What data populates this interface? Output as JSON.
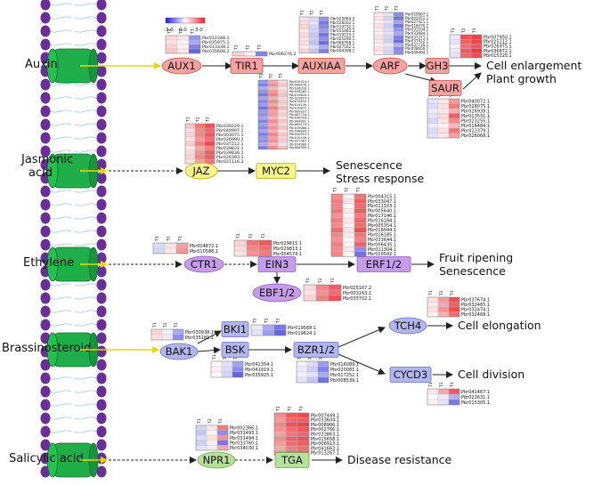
{
  "hormones": [
    {
      "id": "auxin",
      "label": "Auxin"
    },
    {
      "id": "ja",
      "label": "Jasmonic\nacid"
    },
    {
      "id": "ethylene",
      "label": "Ethylene"
    },
    {
      "id": "br",
      "label": "Brassinosteroid"
    },
    {
      "id": "sa",
      "label": "Salicylic acid"
    }
  ],
  "nodes": {
    "AUX1": "AUX1",
    "TIR1": "TIR1",
    "AUXIAA": "AUXIAA",
    "ARF": "ARF",
    "GH3": "GH3",
    "SAUR": "SAUR",
    "JAZ": "JAZ",
    "MYC2": "MYC2",
    "CTR1": "CTR1",
    "EIN3": "EIN3",
    "ERF12": "ERF1/2",
    "EBF12": "EBF1/2",
    "BAK1": "BAK1",
    "BKI1": "BKI1",
    "BSK": "BSK",
    "BZR12": "BZR1/2",
    "TCH4": "TCH4",
    "CYCD3": "CYCD3",
    "NPR1": "NPR1",
    "TGA": "TGA"
  },
  "outcomes": {
    "auxin": [
      "Cell enlargement",
      "Plant growth"
    ],
    "ja": [
      "Senescence",
      "Stress response"
    ],
    "ethylene": [
      "Fruit ripening",
      "Senescence"
    ],
    "elongation": [
      "Cell elongation"
    ],
    "division": [
      "Cell division"
    ],
    "sa": [
      "Disease resistance"
    ]
  },
  "legend": {
    "min": "-3.0",
    "mid": "0.0",
    "max": "3.0"
  },
  "colors": {
    "high": "#e8262a",
    "low": "#2b2bd8",
    "mid": "#ffffff",
    "membrane": "#1fae4a",
    "lipid": "#6a2d9a"
  },
  "heatmaps": [
    {
      "id": "aux1",
      "columns": [
        "T1",
        "T2",
        "T3"
      ],
      "genes": [
        "Pbr012348.1",
        "Pbr035975.1",
        "Pbr013338.1",
        "Pbr035608.2"
      ],
      "values": [
        [
          0.5,
          0.3,
          -1.5
        ],
        [
          0.4,
          0.2,
          -1.2
        ],
        [
          0.6,
          0.2,
          -1.8
        ],
        [
          0.8,
          0.3,
          -2.2
        ]
      ]
    },
    {
      "id": "tir1",
      "columns": [
        "T1",
        "T2",
        "T3"
      ],
      "genes": [
        "Pbr006276.2"
      ],
      "values": [
        [
          0.6,
          0.2,
          -1.8
        ]
      ]
    },
    {
      "id": "auxiaa",
      "columns": [
        "T1",
        "T2",
        "T3"
      ],
      "genes": [
        "Pbr025064.2",
        "Pbr028162.1",
        "Pbr014732.1",
        "Pbr015483.2",
        "Pbr019155.1",
        "Pbr025290.1",
        "Pbr006768.1",
        "Pbr027562.1",
        "Pbr004398.1"
      ],
      "values": [
        [
          0.4,
          -0.5,
          -1.5
        ],
        [
          0.5,
          -0.4,
          -1.9
        ],
        [
          0.6,
          -0.6,
          -1.7
        ],
        [
          0.3,
          -0.6,
          -1.4
        ],
        [
          0.5,
          -0.8,
          -2.0
        ],
        [
          0.4,
          -0.7,
          -1.6
        ],
        [
          0.5,
          -0.9,
          -2.1
        ],
        [
          0.3,
          -0.5,
          -1.2
        ],
        [
          0.6,
          -0.8,
          -1.8
        ]
      ]
    },
    {
      "id": "arf",
      "columns": [
        "T1",
        "T2",
        "T3"
      ],
      "genes": [
        "Pbr025667.1",
        "Pbr041051.1",
        "Pbr027421.1",
        "Pbr016070.1",
        "Pbr031104.1",
        "Pbr033684.1",
        "Pbr037271.1",
        "Pbr037412.1",
        "Pbr037735.1",
        "Pbr008650.1",
        "Pbr009404.1"
      ],
      "values": [
        [
          0.3,
          -0.4,
          -1.6
        ],
        [
          0.4,
          -0.6,
          -2.0
        ],
        [
          0.2,
          -0.4,
          -1.3
        ],
        [
          0.4,
          -0.7,
          -1.9
        ],
        [
          0.3,
          -0.5,
          -1.5
        ],
        [
          0.2,
          -0.4,
          -1.2
        ],
        [
          0.4,
          -0.6,
          -1.8
        ],
        [
          0.3,
          -0.7,
          -2.1
        ],
        [
          0.2,
          -0.3,
          -1.1
        ],
        [
          0.4,
          -0.5,
          -1.7
        ],
        [
          0.3,
          -0.6,
          -1.6
        ]
      ]
    },
    {
      "id": "gh3",
      "columns": [
        "T1",
        "T2",
        "T3"
      ],
      "genes": [
        "Pbr007950.1",
        "Pbr025212.1",
        "Pbr026975.1",
        "Pbr036872.1",
        "Pbr015325.1"
      ],
      "values": [
        [
          -0.3,
          2.4,
          2.6
        ],
        [
          -0.4,
          2.2,
          2.5
        ],
        [
          -0.2,
          2.0,
          2.3
        ],
        [
          -0.3,
          2.3,
          2.7
        ],
        [
          -0.4,
          2.1,
          2.4
        ]
      ]
    },
    {
      "id": "saur",
      "columns": [
        "T1",
        "T2",
        "T3"
      ],
      "genes": [
        "Pbr040072.1",
        "Pbr028075.1",
        "Pbr026939.1",
        "Pbr013531.1",
        "Pbr023255.1",
        "Pbr018484.1",
        "Pbr022379.1",
        "Pbr026068.1"
      ],
      "values": [
        [
          -0.4,
          0.3,
          1.4
        ],
        [
          -0.5,
          0.4,
          1.8
        ],
        [
          -0.3,
          0.3,
          1.1
        ],
        [
          -0.4,
          0.5,
          2.2
        ],
        [
          -0.6,
          0.4,
          1.6
        ],
        [
          -0.3,
          0.2,
          0.9
        ],
        [
          -0.5,
          0.4,
          1.9
        ],
        [
          -0.4,
          0.3,
          1.3
        ]
      ]
    },
    {
      "id": "jaz",
      "columns": [
        "T1",
        "T2",
        "T3"
      ],
      "genes": [
        "Pbr039229.1",
        "Pbr040997.1",
        "Pbr003075.1",
        "Pbr026990.2",
        "Pbr037212.1",
        "Pbr039831.1",
        "Pbr039836.1",
        "Pbr026393.1",
        "Pbr021116.2"
      ],
      "values": [
        [
          0.8,
          1.9,
          2.4
        ],
        [
          0.5,
          1.6,
          2.1
        ],
        [
          0.6,
          1.7,
          2.3
        ],
        [
          0.4,
          1.4,
          2.0
        ],
        [
          0.7,
          1.8,
          2.5
        ],
        [
          0.3,
          1.2,
          1.8
        ],
        [
          0.5,
          1.5,
          2.2
        ],
        [
          0.6,
          1.7,
          2.2
        ],
        [
          0.4,
          1.3,
          1.9
        ]
      ]
    },
    {
      "id": "myc2",
      "columns": [
        "T1",
        "T2",
        "T3"
      ],
      "genes": [
        "Pbr019424.1",
        "Pbr008476.1",
        "Pbr036218.1",
        "Pbr038265.1",
        "Pbr019620.1",
        "Pbr029874.1",
        "Pbr014632.1",
        "Pbr014149.1",
        "Pbr010872.1",
        "Pbr009207.1",
        "Pbr007716.1",
        "Pbr036318.1",
        "Pbr004891.1",
        "Pbr009179.1",
        "Pbr019066.1",
        "Pbr048699.1",
        "Pbr040914.1",
        "Pbr019449.1",
        "Pbr027387.1",
        "Pbr034980.1",
        "Pbr006399.1"
      ],
      "values": [
        [
          -1.5,
          1.2,
          0.5
        ],
        [
          -1.8,
          1.5,
          0.8
        ],
        [
          -1.2,
          1.0,
          0.4
        ],
        [
          -1.6,
          1.4,
          0.6
        ],
        [
          -1.9,
          1.7,
          0.9
        ],
        [
          -1.3,
          1.1,
          0.5
        ],
        [
          -1.7,
          1.6,
          0.7
        ],
        [
          -1.4,
          1.2,
          0.6
        ],
        [
          -2.0,
          1.8,
          1.0
        ],
        [
          -1.5,
          1.3,
          0.5
        ],
        [
          -1.6,
          1.4,
          0.7
        ],
        [
          -1.2,
          1.0,
          0.4
        ],
        [
          -1.8,
          1.6,
          0.8
        ],
        [
          -1.4,
          1.2,
          0.5
        ],
        [
          -1.7,
          1.5,
          0.9
        ],
        [
          -1.3,
          1.1,
          0.4
        ],
        [
          -1.9,
          1.7,
          0.8
        ],
        [
          -1.5,
          1.3,
          0.6
        ],
        [
          -1.6,
          1.5,
          0.7
        ],
        [
          -1.2,
          1.0,
          0.3
        ],
        [
          -1.8,
          1.6,
          0.9
        ]
      ]
    },
    {
      "id": "ctr1",
      "columns": [
        "T1",
        "T2",
        "T3"
      ],
      "genes": [
        "Pbr004872.1",
        "Pbr010588.1"
      ],
      "values": [
        [
          -0.5,
          0.4,
          1.3
        ],
        [
          -0.6,
          0.3,
          1.5
        ]
      ]
    },
    {
      "id": "ein3",
      "columns": [
        "T1",
        "T2",
        "T3"
      ],
      "genes": [
        "Pbr029815.1",
        "Pbr029813.1",
        "Pbr004574.1"
      ],
      "values": [
        [
          0.6,
          1.9,
          2.3
        ],
        [
          0.5,
          1.7,
          2.0
        ],
        [
          0.4,
          1.5,
          1.8
        ]
      ]
    },
    {
      "id": "erf12",
      "columns": [
        "T1",
        "T2",
        "T3"
      ],
      "genes": [
        "Pbr004315.1",
        "Pbr033047.1",
        "Pbr011103.1",
        "Pbr005640.1",
        "Pbr017146.1",
        "Pbr016184.1",
        "Pbr005354.1",
        "Pbr016044.1",
        "Pbr016185.1",
        "Pbr033644.1",
        "Pbr006435.1",
        "Pbr011304.1",
        "Pbr020542.1"
      ],
      "values": [
        [
          1.6,
          0.2,
          1.9
        ],
        [
          1.8,
          0.4,
          2.2
        ],
        [
          1.7,
          0.1,
          2.0
        ],
        [
          1.9,
          0.3,
          2.3
        ],
        [
          1.5,
          0.2,
          1.8
        ],
        [
          1.8,
          0.3,
          2.1
        ],
        [
          1.6,
          0.2,
          2.0
        ],
        [
          2.0,
          0.4,
          2.4
        ],
        [
          1.7,
          0.3,
          1.9
        ],
        [
          1.5,
          0.1,
          1.7
        ],
        [
          1.8,
          0.2,
          2.2
        ],
        [
          1.6,
          0.3,
          -1.6
        ],
        [
          1.7,
          0.2,
          -2.0
        ]
      ]
    },
    {
      "id": "ebf12",
      "columns": [
        "T1",
        "T2",
        "T3"
      ],
      "genes": [
        "Pbr025167.2",
        "Pbr003163.1",
        "Pbr035702.1"
      ],
      "values": [
        [
          0.5,
          1.7,
          2.2
        ],
        [
          0.4,
          1.5,
          2.0
        ],
        [
          0.6,
          1.8,
          2.4
        ]
      ]
    },
    {
      "id": "bak1",
      "columns": [
        "T1",
        "T2",
        "T3"
      ],
      "genes": [
        "Pbr030938.1",
        "Pbr035181.1"
      ],
      "values": [
        [
          0.6,
          -0.2,
          -1.2
        ],
        [
          0.4,
          -0.3,
          -1.6
        ]
      ]
    },
    {
      "id": "bki1",
      "columns": [
        "T1",
        "T2",
        "T3"
      ],
      "genes": [
        "Pbr019568.1",
        "Pbr019624.1"
      ],
      "values": [
        [
          -0.3,
          -1.2,
          -1.9
        ],
        [
          -0.4,
          -1.4,
          -2.2
        ]
      ]
    },
    {
      "id": "bsk",
      "columns": [
        "T1",
        "T2",
        "T3"
      ],
      "genes": [
        "Pbr042354.1",
        "Pbr041919.1",
        "Pbr035925.1"
      ],
      "values": [
        [
          0.1,
          -0.4,
          -1.3
        ],
        [
          0.2,
          -0.5,
          -1.6
        ],
        [
          0.1,
          -0.6,
          -2.2
        ]
      ]
    },
    {
      "id": "bzr12",
      "columns": [
        "T1",
        "T2",
        "T3"
      ],
      "genes": [
        "Pbr016089.1",
        "Pbr020081.1",
        "Pbr017252.1",
        "Pbr008539.1"
      ],
      "values": [
        [
          -0.2,
          -0.5,
          -1.4
        ],
        [
          -0.3,
          -0.7,
          -1.8
        ],
        [
          -0.2,
          -0.4,
          -1.2
        ],
        [
          -0.4,
          -0.8,
          -2.0
        ]
      ]
    },
    {
      "id": "tch4",
      "columns": [
        "T1",
        "T2",
        "T3"
      ],
      "genes": [
        "Pbr037674.1",
        "Pbr032465.1",
        "Pbr032474.1",
        "Pbr032468.1"
      ],
      "values": [
        [
          0.4,
          1.4,
          2.4
        ],
        [
          0.3,
          1.2,
          2.2
        ],
        [
          0.4,
          1.5,
          2.5
        ],
        [
          0.2,
          1.1,
          2.0
        ]
      ]
    },
    {
      "id": "cycd3",
      "columns": [
        "T1",
        "T2",
        "T3"
      ],
      "genes": [
        "Pbr041467.1",
        "Pbr022631.1",
        "Pbr015305.1"
      ],
      "values": [
        [
          0.3,
          1.2,
          2.3
        ],
        [
          0.1,
          -0.3,
          -1.1
        ],
        [
          0.2,
          -0.4,
          -1.9
        ]
      ]
    },
    {
      "id": "npr1",
      "columns": [
        "T1",
        "T2",
        "T3"
      ],
      "genes": [
        "Pbr002366.1",
        "Pbr031493.1",
        "Pbr031494.1",
        "Pbr033760.1",
        "Pbr034030.1"
      ],
      "values": [
        [
          -0.6,
          0.3,
          1.8
        ],
        [
          -0.8,
          0.2,
          -1.6
        ],
        [
          -0.5,
          0.4,
          1.5
        ],
        [
          -0.7,
          0.2,
          -1.9
        ],
        [
          -0.4,
          0.3,
          1.2
        ]
      ]
    },
    {
      "id": "tga",
      "columns": [
        "T1",
        "T2",
        "T3"
      ],
      "genes": [
        "Pbr007449.1",
        "Pbr033604.1",
        "Pbr008906.1",
        "Pbr002766.1",
        "Pbr033863.1",
        "Pbr015658.1",
        "Pbr006913.1",
        "Pbr041663.1",
        "Pbr013267.1"
      ],
      "values": [
        [
          1.6,
          2.3,
          2.5
        ],
        [
          1.4,
          2.1,
          2.2
        ],
        [
          1.7,
          2.4,
          2.6
        ],
        [
          1.5,
          2.0,
          2.3
        ],
        [
          1.3,
          1.9,
          2.1
        ],
        [
          1.6,
          2.2,
          2.4
        ],
        [
          1.4,
          2.0,
          2.2
        ],
        [
          1.2,
          1.8,
          2.0
        ],
        [
          1.5,
          2.1,
          2.3
        ]
      ]
    }
  ]
}
